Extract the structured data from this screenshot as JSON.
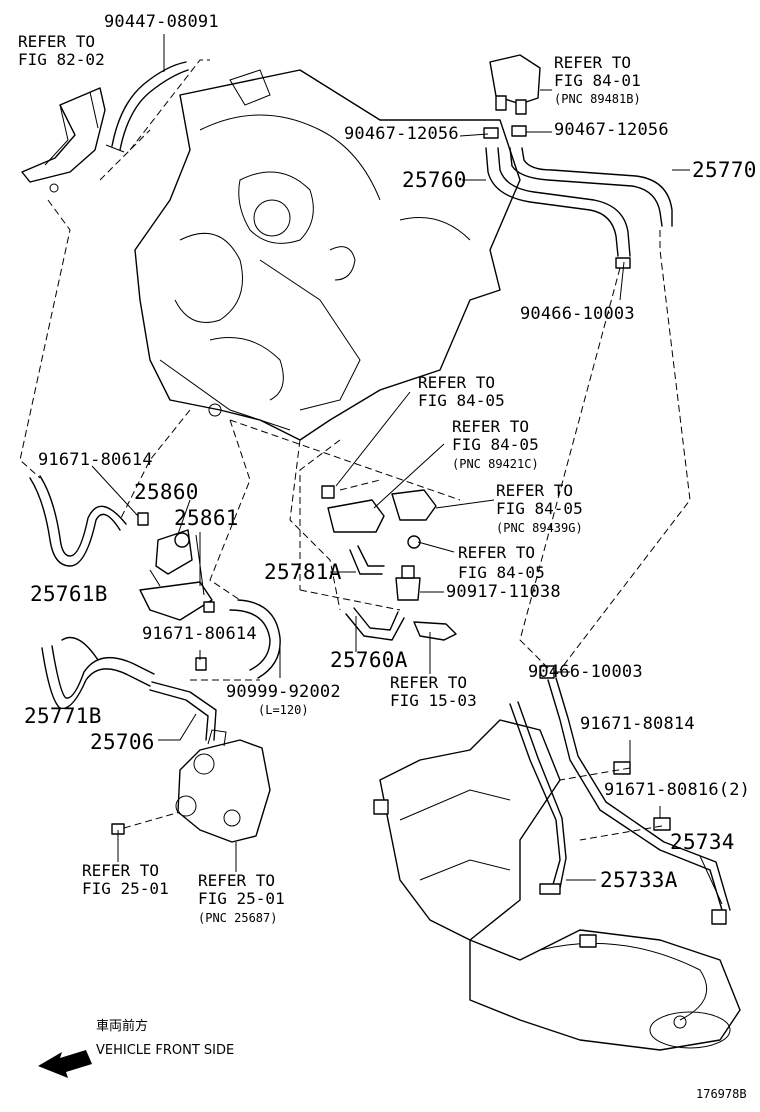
{
  "labels": {
    "p90447": "90447-08091",
    "ref8202_a": "REFER TO",
    "ref8202_b": "FIG 82-02",
    "ref8401_a": "REFER TO",
    "ref8401_b": "FIG 84-01",
    "ref8401_c": "(PNC 89481B)",
    "p90467_left": "90467-12056",
    "p90467_right": "90467-12056",
    "p25760": "25760",
    "p25770": "25770",
    "p90466_top": "90466-10003",
    "ref8405a_a": "REFER TO",
    "ref8405a_b": "FIG 84-05",
    "ref8405b_a": "REFER TO",
    "ref8405b_b": "FIG 84-05",
    "ref8405b_c": "(PNC 89421C)",
    "ref8405c_a": "REFER TO",
    "ref8405c_b": "FIG 84-05",
    "ref8405c_c": "(PNC 89439G)",
    "ref8405d_a": "REFER TO",
    "ref8405d_b": "FIG 84-05",
    "p91671_a": "91671-80614",
    "p25860": "25860",
    "p25861": "25861",
    "p25761B": "25761B",
    "p25781A": "25781A",
    "p90917": "90917-11038",
    "p91671_b": "91671-80614",
    "p90999": "90999-92002",
    "p90999_len": "(L=120)",
    "p25760A": "25760A",
    "ref1503_a": "REFER TO",
    "ref1503_b": "FIG 15-03",
    "p90466_bottom": "90466-10003",
    "p25771B": "25771B",
    "p25706": "25706",
    "p91671_80814": "91671-80814",
    "p91671_80816": "91671-80816(2)",
    "p25734": "25734",
    "ref2501a_a": "REFER TO",
    "ref2501a_b": "FIG 25-01",
    "ref2501b_a": "REFER TO",
    "ref2501b_b": "FIG 25-01",
    "ref2501b_c": "(PNC 25687)",
    "p25733A": "25733A",
    "front_jp": "車両前方",
    "front_en": "VEHICLE FRONT SIDE",
    "fig_id": "176978B"
  },
  "icons": {
    "front_arrow": "left-arrow-icon"
  },
  "colors": {
    "ink": "#000000",
    "paper": "#ffffff"
  }
}
